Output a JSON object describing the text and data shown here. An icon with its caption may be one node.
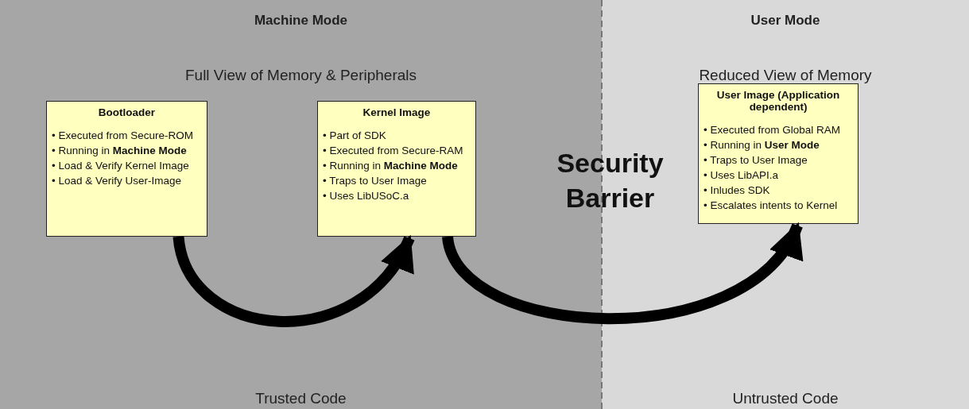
{
  "diagram": {
    "nodes": [
      {
        "text": [
          "Machine Mode",
          "Full View of Memory & Peripherals",
          "Trusted Code"
        ]
      },
      {
        "text": [
          "User Mode",
          "Reduced View of Memory",
          "Untrusted Code"
        ]
      },
      {
        "text": [
          "Bootloader",
          "• Executed from Secure-ROM",
          "• Running in **Machine Mode**",
          "• Load & Verify Kernel Image",
          "• Load & Verify User-Image"
        ],
        "in": 0
      },
      {
        "text": [
          "Kernel Image",
          "• Part of SDK",
          "• Executed from Secure-RAM",
          "• Running in **Machine Mode**",
          "• Traps to User Image",
          "• Uses LibUSoC.a"
        ],
        "in": 0
      },
      {
        "text": [
          "User Image (Application dependent)",
          "• Executed from Global RAM",
          "• Running in **User Mode**",
          "• Traps to User Image",
          "• Uses LibAPI.a",
          "• Inludes SDK",
          "• Escalates intents to Kernel"
        ],
        "in": 1
      }
    ],
    "edges": [
      {
        "from": 2,
        "to": 3,
        "arrow": "to"
      },
      {
        "from": 3,
        "to": 4,
        "arrow": "to"
      }
    ],
    "labels": [
      "Security Barrier"
    ]
  }
}
